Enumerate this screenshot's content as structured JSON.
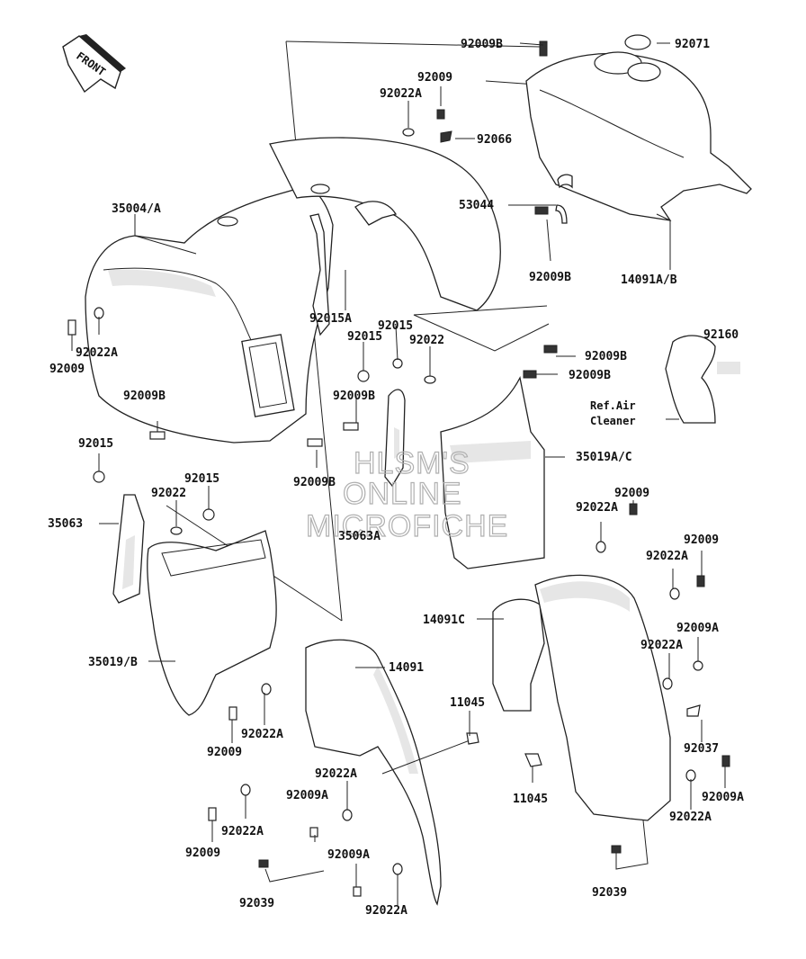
{
  "front_label": "FRONT",
  "watermark": [
    "HLSM'S",
    "ONLINE",
    "MICROFICHE"
  ],
  "ref_note": [
    "Ref.Air",
    "Cleaner"
  ],
  "labels": {
    "p92009B_top": "92009B",
    "p92071": "92071",
    "p92009_top": "92009",
    "p92022A_top": "92022A",
    "p92066": "92066",
    "p35004A": "35004/A",
    "p53044": "53044",
    "p92009B_tank": "92009B",
    "p14091AB": "14091A/B",
    "p92015A": "92015A",
    "p92015_mid": "92015",
    "p92015_mid2": "92015",
    "p92022_mid": "92022",
    "p92022A_left": "92022A",
    "p92009_left": "92009",
    "p92009B_r1": "92009B",
    "p92009B_r2": "92009B",
    "p92160": "92160",
    "p92009B_left": "92009B",
    "p92009B_center": "92009B",
    "p92009B_bottom": "92009B",
    "p35019AC": "35019A/C",
    "p92015_left": "92015",
    "p92015_left2": "92015",
    "p92022_left": "92022",
    "p35063": "35063",
    "p35063A": "35063A",
    "p92009_r3": "92009",
    "p92022A_r3": "92022A",
    "p92009_r4": "92009",
    "p92022A_r4": "92022A",
    "p14091C": "14091C",
    "p92009A_r": "92009A",
    "p92022A_r5": "92022A",
    "p35019B": "35019/B",
    "p14091": "14091",
    "p11045_top": "11045",
    "p92037": "92037",
    "p92022A_bl": "92022A",
    "p92009_bl": "92009",
    "p92022A_bc": "92022A",
    "p92009A_bc": "92009A",
    "p11045_bot": "11045",
    "p92009A_br": "92009A",
    "p92022A_br": "92022A",
    "p92022A_bl2": "92022A",
    "p92009_bl2": "92009",
    "p92009A_bc2": "92009A",
    "p92039_l": "92039",
    "p92022A_bc2": "92022A",
    "p92039_r": "92039"
  }
}
